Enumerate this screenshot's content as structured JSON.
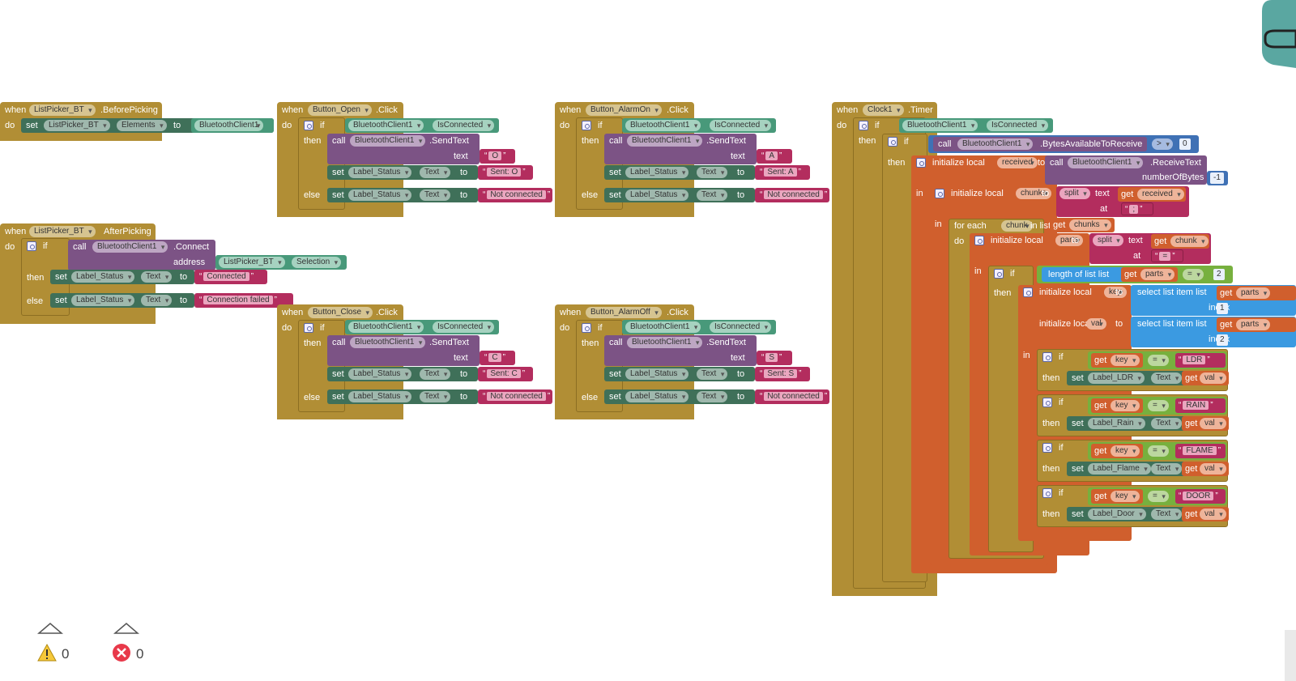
{
  "kw": {
    "when": "when",
    "do": "do",
    "set": "set",
    "to": "to",
    "call": "call",
    "if": "if",
    "then": "then",
    "else": "else",
    "text": "text",
    "address": "address",
    "in": "in",
    "at": "at",
    "index": "index",
    "get": "get",
    "init": "initialize local",
    "foreach": "for each",
    "inlist": "in list",
    "split": "split",
    "select": "select list item  list",
    "length": "length of list  list",
    "numberOfBytes": "numberOfBytes",
    "eq": "="
  },
  "comp": {
    "lp": "ListPicker_BT",
    "bt": "BluetoothClient1",
    "ls": "Label_Status",
    "btnOpen": "Button_Open",
    "btnClose": "Button_Close",
    "alarmOn": "Button_AlarmOn",
    "alarmOff": "Button_AlarmOff",
    "clock": "Clock1",
    "lldr": "Label_LDR",
    "lrain": "Label_Rain",
    "lflame": "Label_Flame",
    "ldoor": "Label_Door"
  },
  "events": {
    "before": ".BeforePicking",
    "after": "AfterPicking",
    "click": ".Click",
    "timer": ".Timer"
  },
  "props": {
    "elements": "Elements",
    "isConnected": "IsConnected",
    "text": "Text",
    "selection": "Selection"
  },
  "methods": {
    "sendText": ".SendText",
    "connect": ".Connect",
    "bytes": ".BytesAvailableToReceive",
    "receive": ".ReceiveText"
  },
  "strings": {
    "o": "O",
    "sentO": "Sent: O",
    "notConn": "Not connected",
    "a": "A",
    "sentA": "Sent: A",
    "c": "C",
    "sentC": "Sent: C",
    "s": "S",
    "sentS": "Sent: S",
    "connected": "Connected",
    "failed": "Connection failed",
    "semi": ";",
    "eqs": "=",
    "ldr": "LDR",
    "rain": "RAIN",
    "flame": "FLAME",
    "door": "DOOR"
  },
  "vars": {
    "received": "received",
    "chunks": "chunks",
    "chunk": "chunk",
    "parts": "parts",
    "key": "key",
    "val": "val"
  },
  "nums": {
    "zero": "0",
    "minus1": "-1",
    "two": "2",
    "one": "1",
    "gt": ">"
  },
  "status": {
    "warnings": "0",
    "errors": "0"
  }
}
